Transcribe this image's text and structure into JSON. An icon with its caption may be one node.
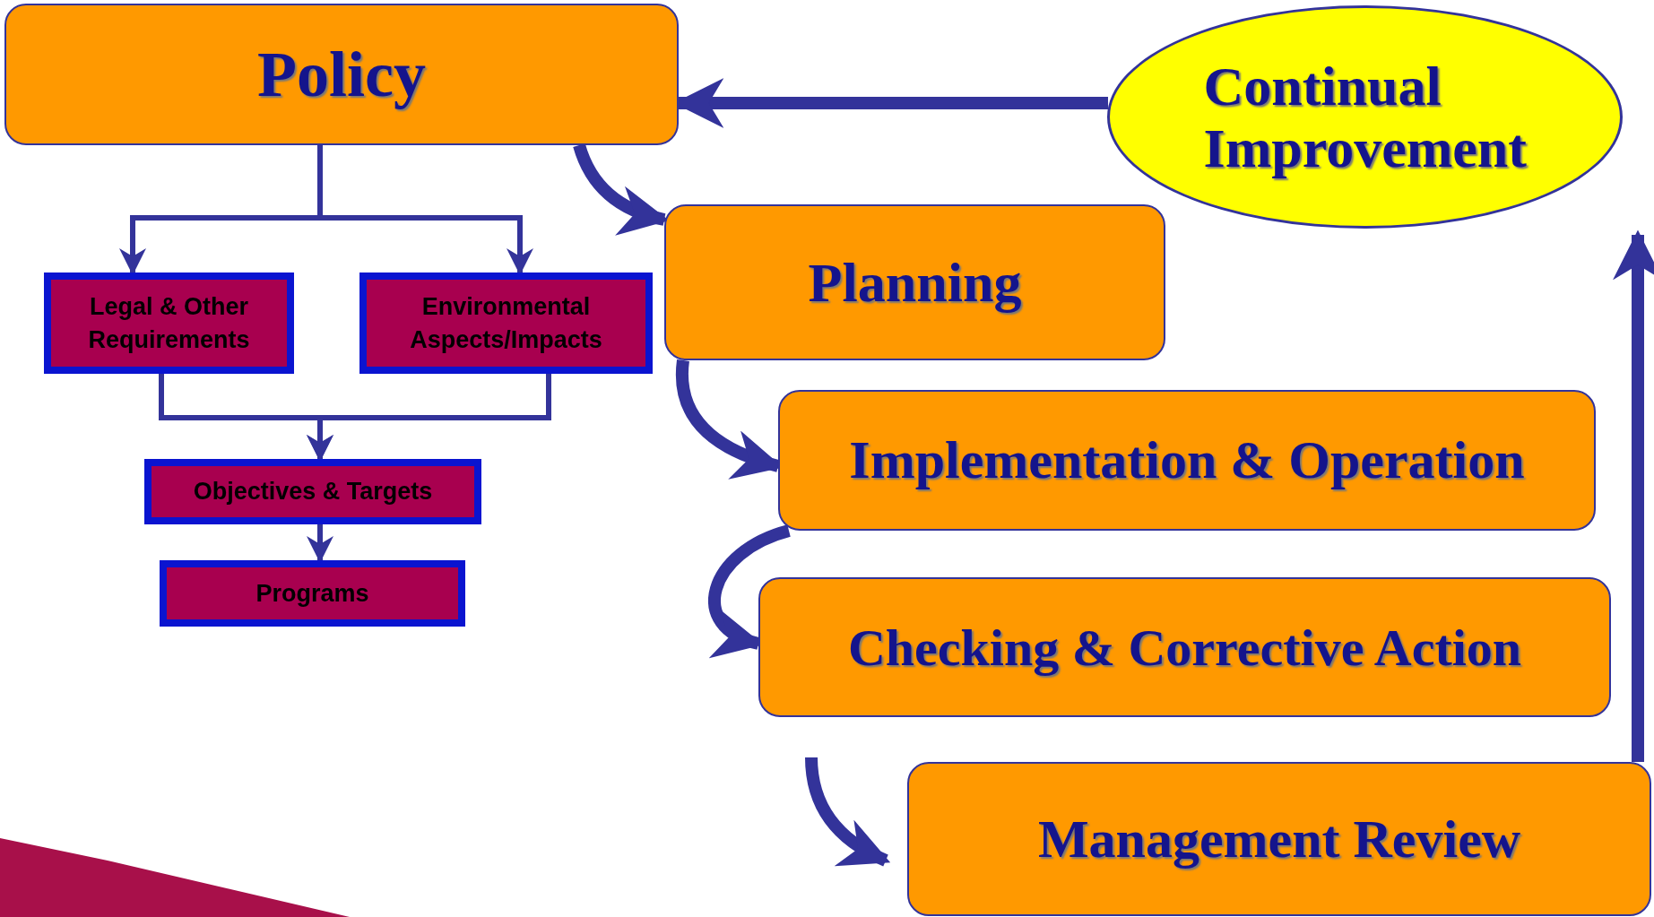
{
  "diagram": {
    "nodes": [
      {
        "text": [
          "Policy"
        ]
      },
      {
        "text": [
          "Continual Improvement"
        ]
      },
      {
        "text": [
          "Planning"
        ]
      },
      {
        "text": [
          "Legal & Other Requirements"
        ]
      },
      {
        "text": [
          "Environmental Aspects/Impacts"
        ]
      },
      {
        "text": [
          "Implementation & Operation"
        ]
      },
      {
        "text": [
          "Objectives & Targets"
        ]
      },
      {
        "text": [
          "Checking & Corrective Action"
        ]
      },
      {
        "text": [
          "Programs"
        ]
      },
      {
        "text": [
          "Management Review"
        ]
      }
    ],
    "edges": [
      {
        "from": 0,
        "to": 3,
        "arrow": "to"
      },
      {
        "from": 0,
        "to": 4,
        "arrow": "to"
      },
      {
        "from": 3,
        "to": 6,
        "arrow": "to"
      },
      {
        "from": 4,
        "to": 6,
        "arrow": "to"
      },
      {
        "from": 6,
        "to": 8,
        "arrow": "to"
      },
      {
        "from": 1,
        "to": 0,
        "arrow": "to"
      },
      {
        "from": 0,
        "to": 2,
        "arrow": "to"
      },
      {
        "from": 2,
        "to": 5,
        "arrow": "to"
      },
      {
        "from": 5,
        "to": 7,
        "arrow": "to"
      },
      {
        "from": 7,
        "to": 9,
        "arrow": "to"
      },
      {
        "from": 9,
        "to": 1,
        "arrow": "to"
      }
    ]
  }
}
